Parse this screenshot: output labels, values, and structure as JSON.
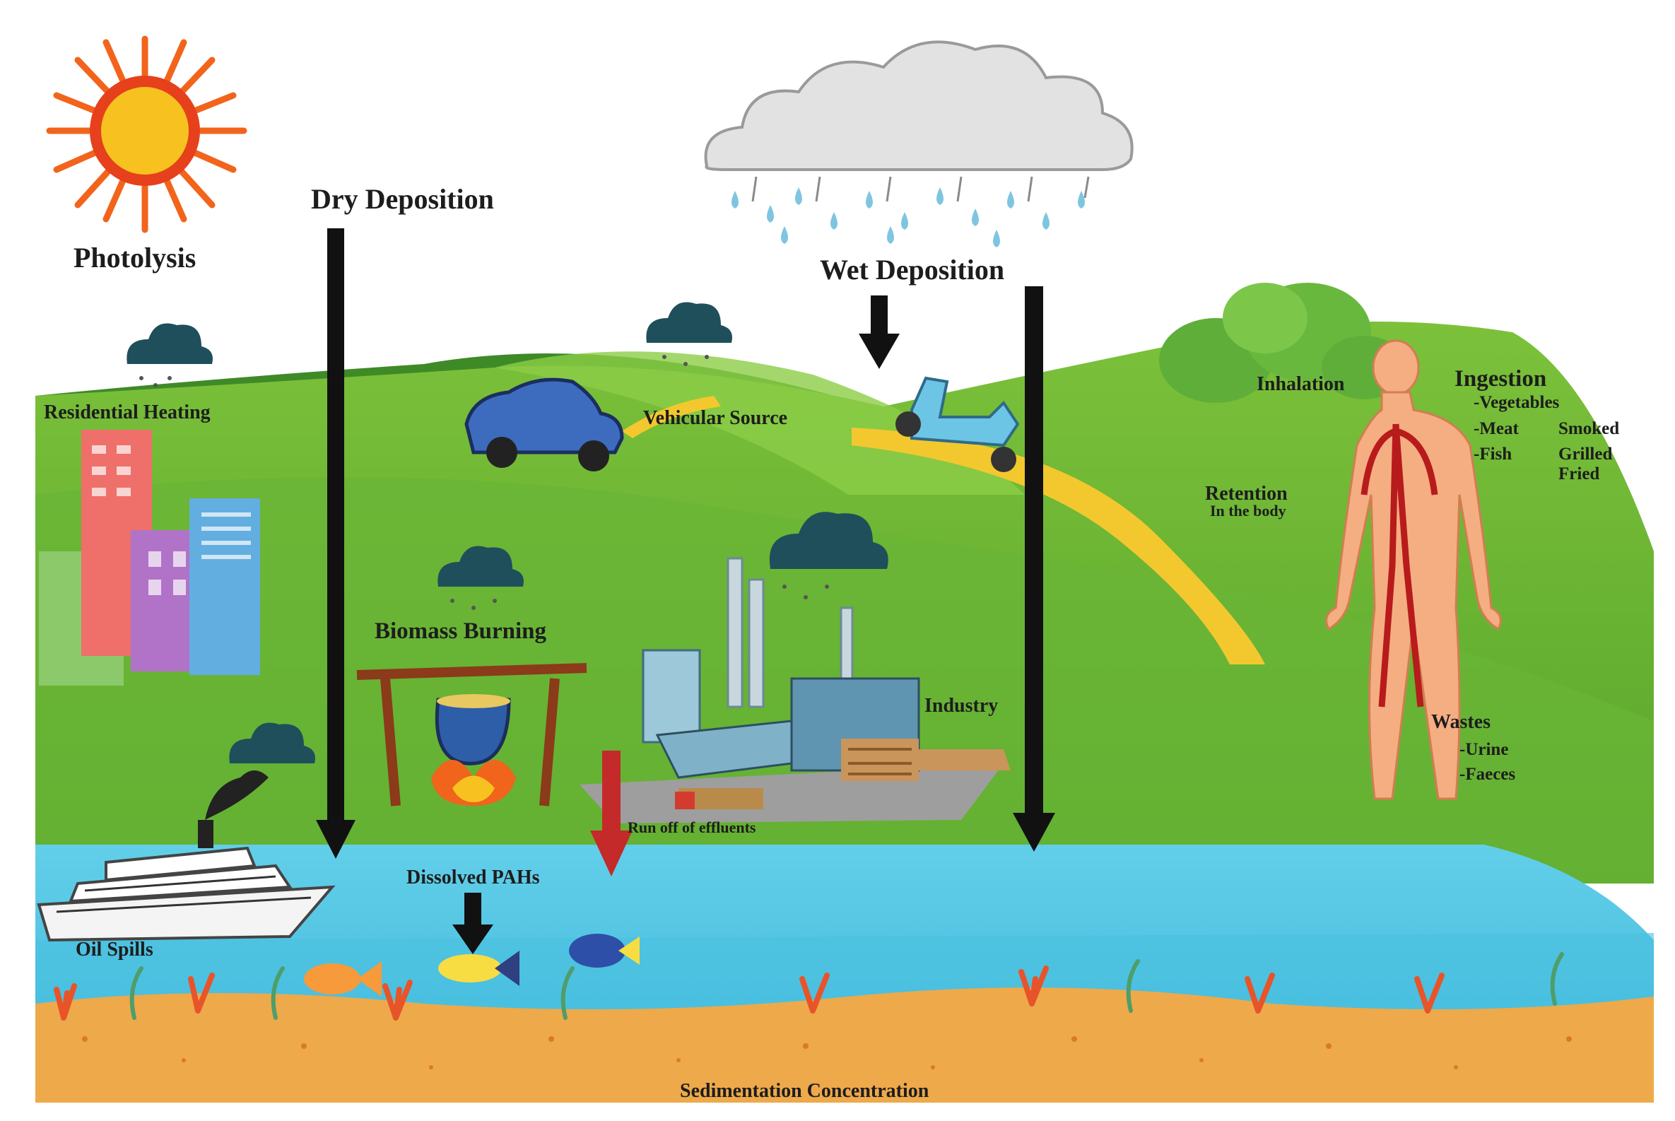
{
  "labels": {
    "photolysis": "Photolysis",
    "dry_deposition": "Dry Deposition",
    "wet_deposition": "Wet Deposition",
    "residential_heating": "Residential Heating",
    "vehicular_source": "Vehicular Source",
    "biomass_burning": "Biomass Burning",
    "industry": "Industry",
    "run_off": "Run off of effluents",
    "dissolved_pahs": "Dissolved PAHs",
    "oil_spills": "Oil Spills",
    "sedimentation": "Sedimentation Concentration",
    "inhalation": "Inhalation",
    "retention": "Retention",
    "retention_sub": "In the body",
    "ingestion": "Ingestion",
    "vegetables": "-Vegetables",
    "meat": "-Meat",
    "fish": "-Fish",
    "smoked": "Smoked",
    "grilled": "Grilled",
    "fried": "Fried",
    "wastes": "Wastes",
    "urine": "-Urine",
    "faeces": "-Faeces"
  },
  "colors": {
    "sky": "#ffffff",
    "grass_light": "#9ccc3c",
    "grass_dark": "#4e9a2a",
    "water": "#5ccbe6",
    "sediment": "#eea94a",
    "arrow": "#111111",
    "runoff_arrow": "#c42a2a",
    "sun": "#f2641c",
    "cloud": "#dcdcdc",
    "smog": "#1f4f5a",
    "body": "#f4ae82"
  }
}
